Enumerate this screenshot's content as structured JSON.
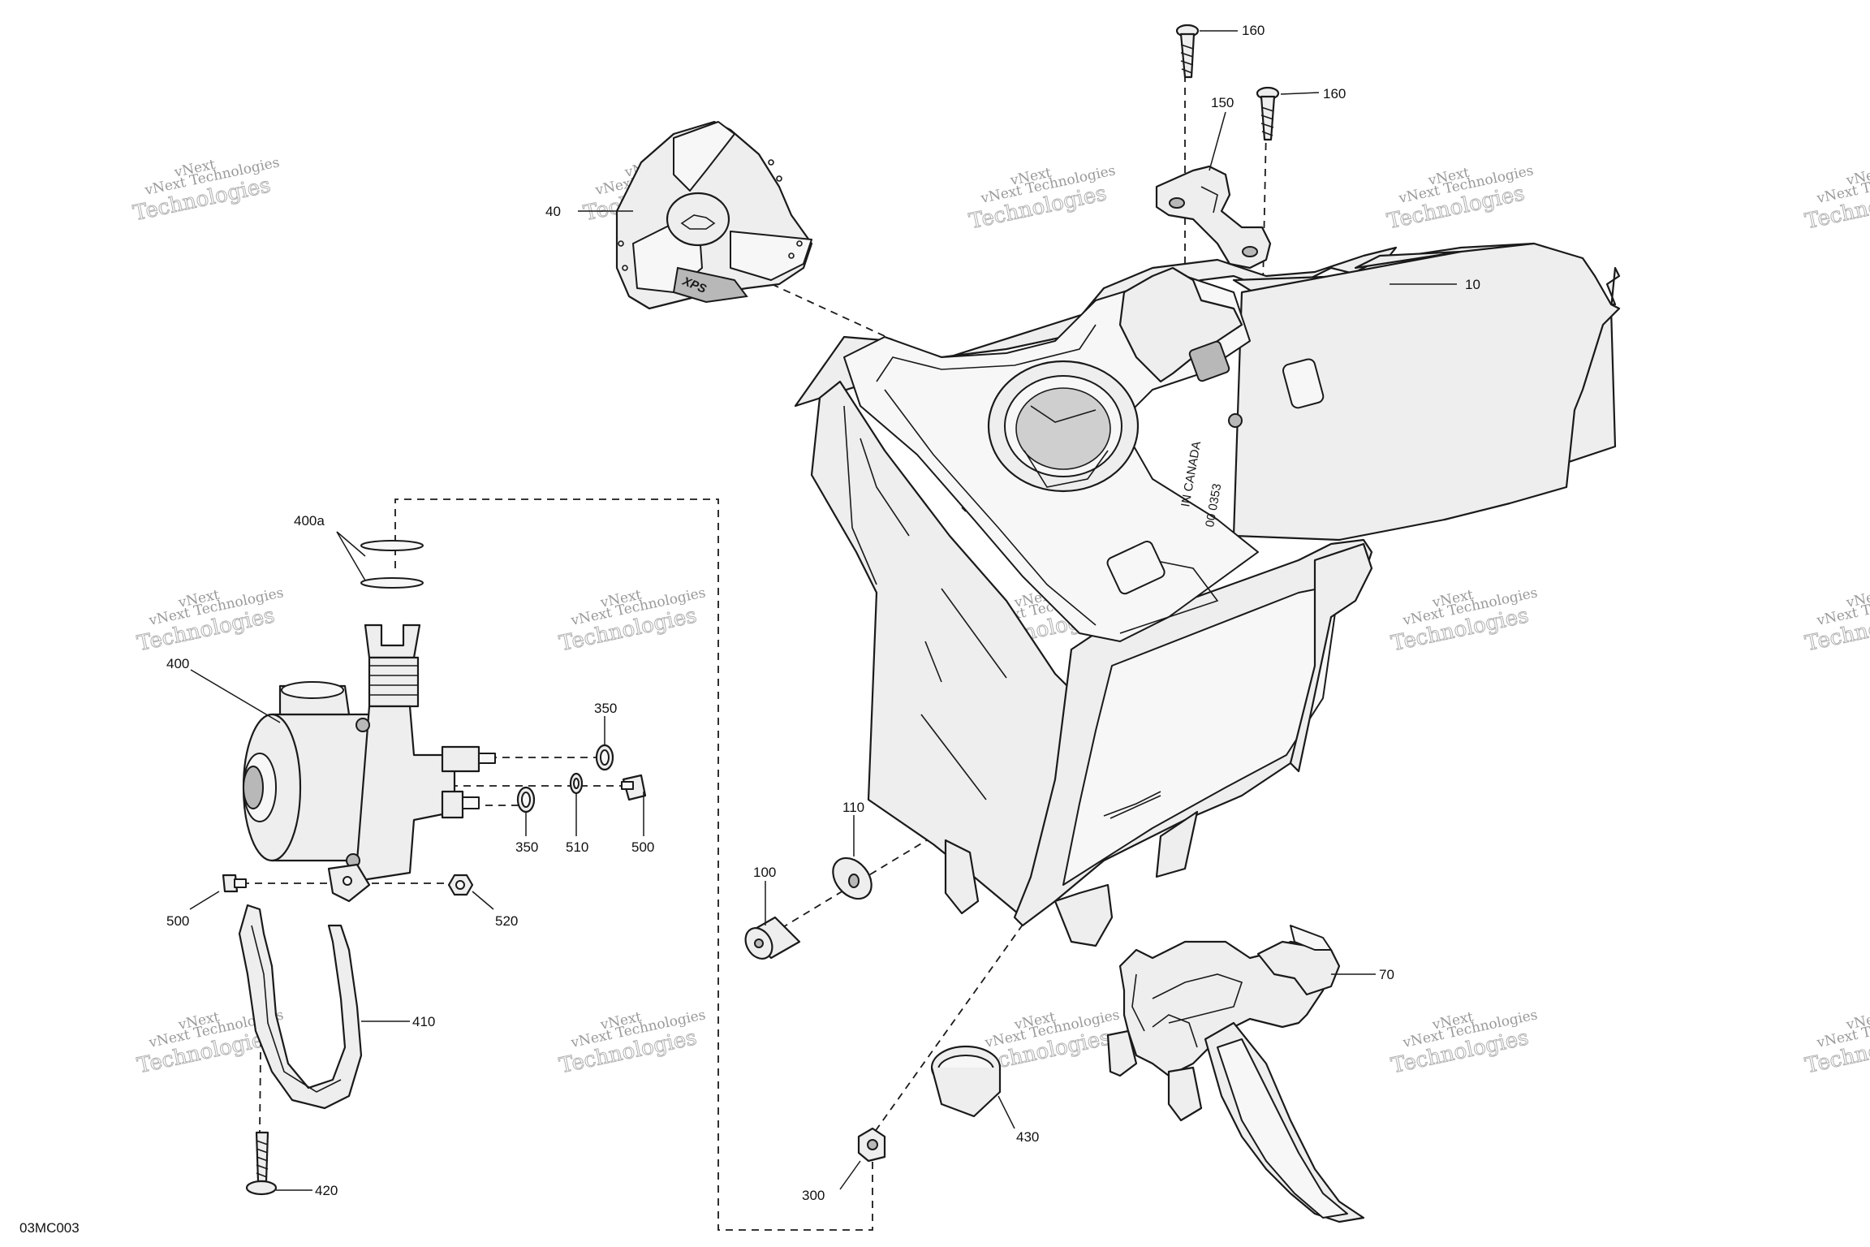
{
  "diagram": {
    "code": "03MC003",
    "watermark": {
      "line1": "vNext Technologies",
      "line2": "Technologies",
      "tag": "vNext"
    },
    "tank_markings": {
      "made_in": "IN CANADA",
      "number": "00 0353"
    },
    "cap_logo": "XPS",
    "callouts": [
      {
        "id": "c160a",
        "label": "160"
      },
      {
        "id": "c160b",
        "label": "160"
      },
      {
        "id": "c150",
        "label": "150"
      },
      {
        "id": "c10",
        "label": "10"
      },
      {
        "id": "c40",
        "label": "40"
      },
      {
        "id": "c400a",
        "label": "400a"
      },
      {
        "id": "c400",
        "label": "400"
      },
      {
        "id": "c350a",
        "label": "350"
      },
      {
        "id": "c350b",
        "label": "350"
      },
      {
        "id": "c510",
        "label": "510"
      },
      {
        "id": "c500a",
        "label": "500"
      },
      {
        "id": "c500b",
        "label": "500"
      },
      {
        "id": "c520",
        "label": "520"
      },
      {
        "id": "c410",
        "label": "410"
      },
      {
        "id": "c420",
        "label": "420"
      },
      {
        "id": "c110",
        "label": "110"
      },
      {
        "id": "c100",
        "label": "100"
      },
      {
        "id": "c70",
        "label": "70"
      },
      {
        "id": "c430",
        "label": "430"
      },
      {
        "id": "c300",
        "label": "300"
      }
    ]
  }
}
